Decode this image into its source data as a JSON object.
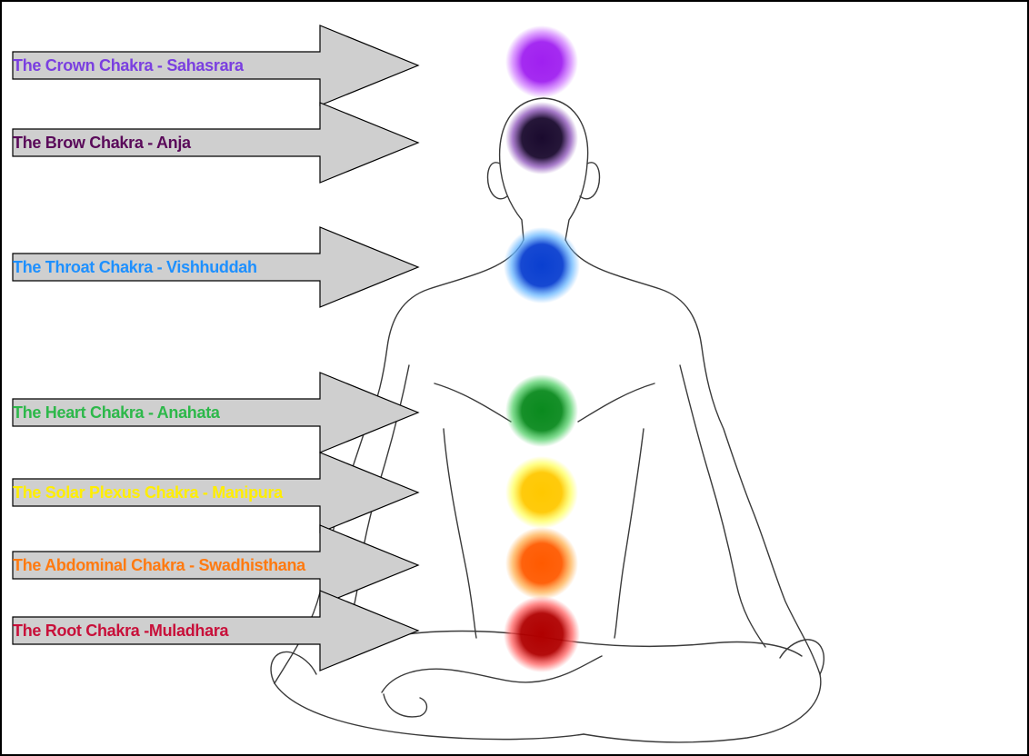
{
  "chakras": [
    {
      "label": "The Crown Chakra - Sahasrara",
      "text_color": "#7a3fe0",
      "orb_color": "#a020f0",
      "orb_glow": "#d07bff"
    },
    {
      "label": "The Brow Chakra - Anja",
      "text_color": "#5a0a5a",
      "orb_color": "#1a0a2e",
      "orb_glow": "#8a4fb8"
    },
    {
      "label": "The Throat Chakra - Vishhuddah",
      "text_color": "#1e90ff",
      "orb_color": "#0a3fd0",
      "orb_glow": "#6ab8ff"
    },
    {
      "label": "The Heart Chakra - Anahata",
      "text_color": "#2db84a",
      "orb_color": "#0a8a1e",
      "orb_glow": "#55d06a"
    },
    {
      "label": "The Solar Plexus Chakra - Manipura",
      "text_color": "#ffee00",
      "orb_color": "#ffc800",
      "orb_glow": "#ffff60"
    },
    {
      "label": "The Abdominal Chakra - Swadhisthana",
      "text_color": "#ff7a10",
      "orb_color": "#ff5a00",
      "orb_glow": "#ffb050"
    },
    {
      "label": "The Root Chakra -Muladhara",
      "text_color": "#c8103a",
      "orb_color": "#b00000",
      "orb_glow": "#ff6060"
    }
  ],
  "arrow_fill": "#cfcfcf",
  "arrow_stroke": "#000000",
  "figure_stroke": "#3a3a3a"
}
